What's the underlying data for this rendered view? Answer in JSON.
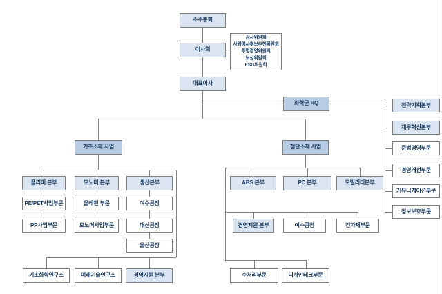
{
  "colors": {
    "node_light": "#dbe5f1",
    "node_medium": "#b8cce4",
    "node_white": "#ffffff",
    "border": "#7f7f7f",
    "line": "#808080",
    "text": "#17375d",
    "background": "#ffffff"
  },
  "governance": {
    "shareholders": "주주총회",
    "board": "이사회",
    "committees": [
      "감사위원회",
      "사외이사후보추천위원회",
      "투명경영위원회",
      "보상위원회",
      "ESG위원회"
    ],
    "ceo": "대표이사"
  },
  "hq": {
    "label": "화학군 HQ",
    "units": [
      "전략기획본부",
      "재무혁신본부",
      "준법경영부문",
      "경영개선부문",
      "커뮤니케이션부문",
      "정보보호부문"
    ]
  },
  "basic_materials": {
    "label": "기초소재 사업",
    "divisions": [
      {
        "head": "폴리머 본부",
        "children": [
          "PE/PET사업부문",
          "PP사업부문"
        ]
      },
      {
        "head": "모노머 본부",
        "children": [
          "올레핀 부문",
          "모노머사업부문"
        ]
      },
      {
        "head": "생산본부",
        "children": [
          "여수공장",
          "대산공장",
          "울산공장"
        ]
      }
    ],
    "support": [
      "기초화학연구소",
      "미래기술연구소",
      "경영지원 본부"
    ]
  },
  "advanced_materials": {
    "label": "첨단소재 사업",
    "headquarters": [
      "ABS 본부",
      "PC 본부",
      "모빌리티본부"
    ],
    "support_row": [
      "경영지원 본부",
      "여수공장",
      "건자재부문"
    ],
    "sub_row": [
      "수처리부문",
      "디자인테크부문"
    ]
  }
}
